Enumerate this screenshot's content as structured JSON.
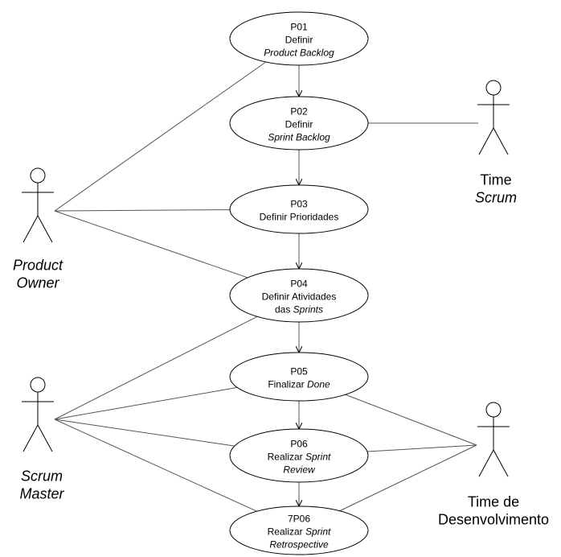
{
  "use_cases": {
    "p01": {
      "lines": [
        {
          "parts": [
            {
              "text": "P01",
              "italic": false
            }
          ]
        },
        {
          "parts": [
            {
              "text": "Definir",
              "italic": false
            }
          ]
        },
        {
          "parts": [
            {
              "text": "Product Backlog",
              "italic": true
            }
          ]
        }
      ]
    },
    "p02": {
      "lines": [
        {
          "parts": [
            {
              "text": "P02",
              "italic": false
            }
          ]
        },
        {
          "parts": [
            {
              "text": "Definir",
              "italic": false
            }
          ]
        },
        {
          "parts": [
            {
              "text": "Sprint Backlog",
              "italic": true
            }
          ]
        }
      ]
    },
    "p03": {
      "lines": [
        {
          "parts": [
            {
              "text": "P03",
              "italic": false
            }
          ]
        },
        {
          "parts": [
            {
              "text": "Definir Prioridades",
              "italic": false
            }
          ]
        }
      ]
    },
    "p04": {
      "lines": [
        {
          "parts": [
            {
              "text": "P04",
              "italic": false
            }
          ]
        },
        {
          "parts": [
            {
              "text": "Definir Atividades",
              "italic": false
            }
          ]
        },
        {
          "parts": [
            {
              "text": "das ",
              "italic": false
            },
            {
              "text": "Sprints",
              "italic": true
            }
          ]
        }
      ]
    },
    "p05": {
      "lines": [
        {
          "parts": [
            {
              "text": "P05",
              "italic": false
            }
          ]
        },
        {
          "parts": [
            {
              "text": "Finalizar ",
              "italic": false
            },
            {
              "text": "Done",
              "italic": true
            }
          ]
        }
      ]
    },
    "p06": {
      "lines": [
        {
          "parts": [
            {
              "text": "P06",
              "italic": false
            }
          ]
        },
        {
          "parts": [
            {
              "text": "Realizar ",
              "italic": false
            },
            {
              "text": "Sprint",
              "italic": true
            }
          ]
        },
        {
          "parts": [
            {
              "text": "Review",
              "italic": true
            }
          ]
        }
      ]
    },
    "p07": {
      "lines": [
        {
          "parts": [
            {
              "text": "7P06",
              "italic": false
            }
          ]
        },
        {
          "parts": [
            {
              "text": "Realizar ",
              "italic": false
            },
            {
              "text": "Sprint",
              "italic": true
            }
          ]
        },
        {
          "parts": [
            {
              "text": "Retrospective",
              "italic": true
            }
          ]
        }
      ]
    }
  },
  "actors": {
    "product_owner": {
      "lines": [
        {
          "parts": [
            {
              "text": "Product",
              "italic": true
            }
          ]
        },
        {
          "parts": [
            {
              "text": "Owner",
              "italic": true
            }
          ]
        }
      ]
    },
    "scrum_master": {
      "lines": [
        {
          "parts": [
            {
              "text": "Scrum",
              "italic": true
            }
          ]
        },
        {
          "parts": [
            {
              "text": "Master",
              "italic": true
            }
          ]
        }
      ]
    },
    "time_scrum": {
      "lines": [
        {
          "parts": [
            {
              "text": "Time",
              "italic": false
            }
          ]
        },
        {
          "parts": [
            {
              "text": "Scrum",
              "italic": true
            }
          ]
        }
      ]
    },
    "time_dev": {
      "lines": [
        {
          "parts": [
            {
              "text": "Time de",
              "italic": false
            }
          ]
        },
        {
          "parts": [
            {
              "text": "Desenvolvimento",
              "italic": false
            }
          ]
        }
      ]
    }
  },
  "flow": [
    [
      "p01",
      "p02"
    ],
    [
      "p02",
      "p03"
    ],
    [
      "p03",
      "p04"
    ],
    [
      "p04",
      "p05"
    ],
    [
      "p05",
      "p06"
    ],
    [
      "p06",
      "p07"
    ]
  ],
  "associations": [
    [
      "product_owner",
      "p01"
    ],
    [
      "product_owner",
      "p03"
    ],
    [
      "product_owner",
      "p04"
    ],
    [
      "scrum_master",
      "p04"
    ],
    [
      "scrum_master",
      "p05"
    ],
    [
      "scrum_master",
      "p06"
    ],
    [
      "scrum_master",
      "p07"
    ],
    [
      "time_scrum",
      "p02"
    ],
    [
      "time_dev",
      "p05"
    ],
    [
      "time_dev",
      "p06"
    ],
    [
      "time_dev",
      "p07"
    ]
  ]
}
